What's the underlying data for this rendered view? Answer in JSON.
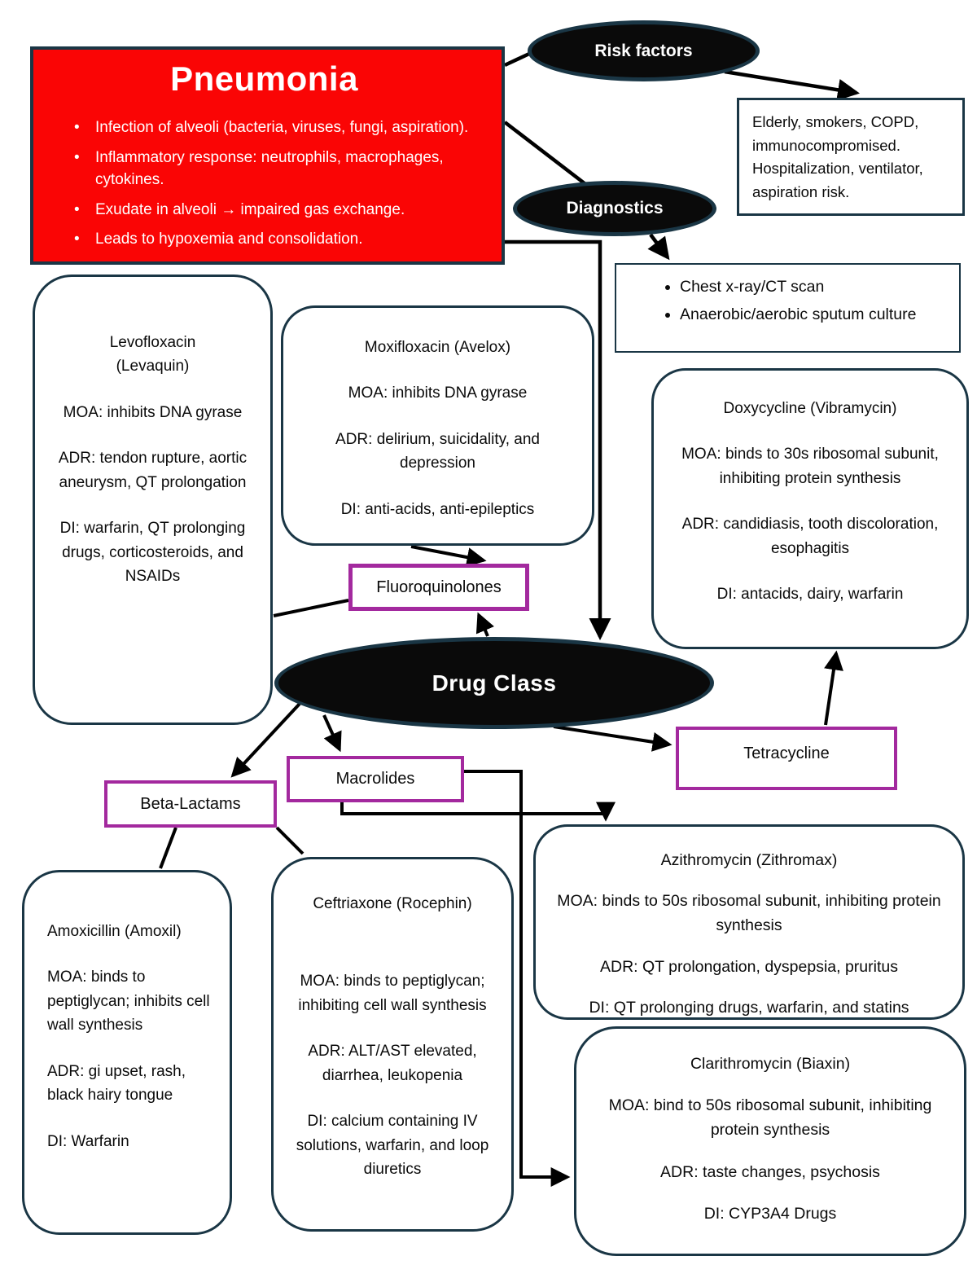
{
  "pneumonia": {
    "title": "Pneumonia",
    "bullets": [
      "Infection of alveoli (bacteria, viruses, fungi, aspiration).",
      "Inflammatory response: neutrophils, macrophages, cytokines.",
      "Exudate in alveoli → impaired gas exchange.",
      "Leads to hypoxemia and consolidation."
    ]
  },
  "hubs": {
    "risk_factors": "Risk factors",
    "diagnostics": "Diagnostics",
    "drug_class": "Drug Class"
  },
  "risk_factors_detail": "Elderly, smokers, COPD, immunocompromised. Hospitalization, ventilator, aspiration risk.",
  "diagnostics_detail": [
    "Chest x-ray/CT scan",
    "Anaerobic/aerobic sputum culture"
  ],
  "classes": {
    "fluoroquinolones": "Fluoroquinolones",
    "tetracycline": "Tetracycline",
    "macrolides": "Macrolides",
    "beta_lactams": "Beta-Lactams"
  },
  "drugs": {
    "levofloxacin": {
      "title": "Levofloxacin (Levaquin)",
      "moa": "MOA: inhibits DNA gyrase",
      "adr": "ADR: tendon rupture, aortic aneurysm, QT prolongation",
      "di": "DI: warfarin, QT prolonging drugs, corticosteroids, and NSAIDs"
    },
    "moxifloxacin": {
      "title": "Moxifloxacin (Avelox)",
      "moa": "MOA: inhibits DNA gyrase",
      "adr": "ADR: delirium, suicidality, and depression",
      "di": "DI: anti-acids, anti-epileptics"
    },
    "doxycycline": {
      "title": "Doxycycline (Vibramycin)",
      "moa": "MOA: binds to 30s ribosomal subunit, inhibiting protein synthesis",
      "adr": "ADR: candidiasis, tooth discoloration, esophagitis",
      "di": "DI: antacids, dairy, warfarin"
    },
    "amoxicillin": {
      "title": "Amoxicillin (Amoxil)",
      "moa": "MOA: binds to peptiglycan; inhibits cell wall synthesis",
      "adr": "ADR: gi upset, rash, black hairy tongue",
      "di": "DI: Warfarin"
    },
    "ceftriaxone": {
      "title": "Ceftriaxone (Rocephin)",
      "moa": "MOA: binds to peptiglycan; inhibiting cell wall synthesis",
      "adr": "ADR: ALT/AST elevated, diarrhea, leukopenia",
      "di": "DI: calcium containing IV solutions, warfarin, and loop diuretics"
    },
    "azithromycin": {
      "title": "Azithromycin (Zithromax)",
      "moa": "MOA: binds to 50s ribosomal subunit, inhibiting protein synthesis",
      "adr": "ADR: QT prolongation, dyspepsia, pruritus",
      "di": "DI: QT prolonging drugs, warfarin, and statins"
    },
    "clarithromycin": {
      "title": "Clarithromycin (Biaxin)",
      "moa": "MOA: bind to 50s ribosomal subunit, inhibiting protein synthesis",
      "adr": "ADR: taste changes, psychosis",
      "di": "DI: CYP3A4 Drugs"
    }
  },
  "colors": {
    "summary_red": "#fa0505",
    "hub_fill": "#0a0a0a",
    "border_navy": "#1a3645",
    "class_purple": "#a3299e",
    "connector": "#000000"
  }
}
